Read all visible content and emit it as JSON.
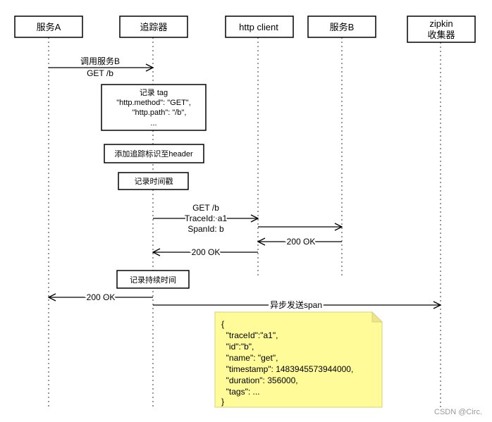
{
  "participants": [
    {
      "id": "service-a",
      "label": "服务A"
    },
    {
      "id": "tracer",
      "label": "追踪器"
    },
    {
      "id": "http-client",
      "label": "http client"
    },
    {
      "id": "service-b",
      "label": "服务B"
    },
    {
      "id": "zipkin",
      "label_lines": [
        "zipkin",
        "收集器"
      ]
    }
  ],
  "messages": {
    "call_service_b": [
      "调用服务B",
      "GET /b"
    ],
    "get_with_ids": [
      "GET /b",
      "TraceId: a1",
      "SpanId: b"
    ],
    "b_response": "200 OK",
    "client_response": "200 OK",
    "final_response": "200 OK",
    "async_send": "异步发送span"
  },
  "notes": {
    "record_tag": [
      "记录 tag",
      "\"http.method\": \"GET\",",
      "\"http.path\": \"/b\",",
      "..."
    ],
    "add_header": "添加追踪标识至header",
    "record_timestamp": "记录时间戳",
    "record_duration": "记录持续时间"
  },
  "span_json": [
    "{",
    "  \"traceId\":\"a1\",",
    "  \"id\":\"b\",",
    "  \"name\": \"get\",",
    "  \"timestamp\": 1483945573944000,",
    "  \"duration\": 356000,",
    "  \"tags\": ...",
    "}"
  ],
  "colors": {
    "note_fill": "#fffb99",
    "note_stroke": "#d8d27a",
    "line": "#000000"
  },
  "watermark": "CSDN @Circ."
}
